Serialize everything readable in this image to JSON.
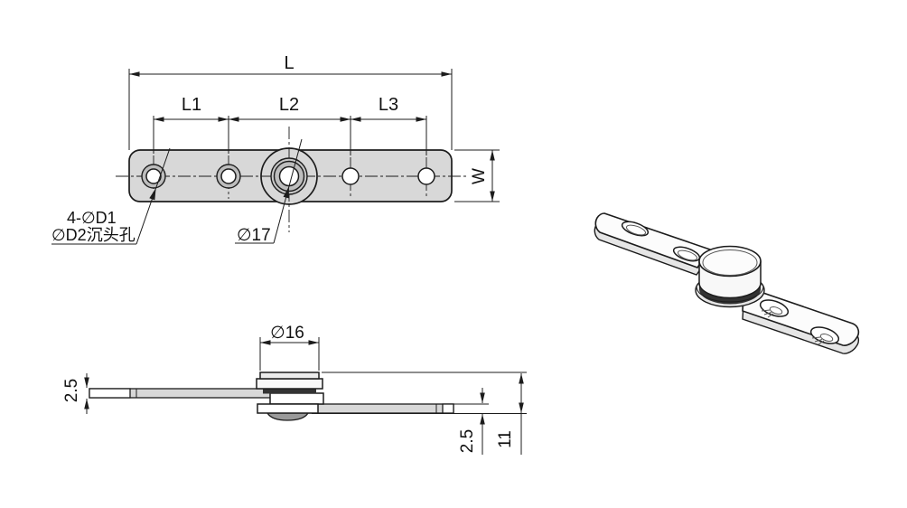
{
  "meta": {
    "type": "engineering-drawing",
    "part": "pivot-hinge-plate"
  },
  "colors": {
    "line": "#1c1c1c",
    "plate": "#d8d8d8",
    "ring": "#bdbdbd",
    "ringCenter": "#c6c6c6",
    "isoFace": "#fcfcfc",
    "isoSide": "#e6e6e6",
    "groove": "#333333",
    "dome": "#9a9a9a"
  },
  "top_view": {
    "dim_length": "L",
    "dim_l1": "L1",
    "dim_l2": "L2",
    "dim_l3": "L3",
    "dim_width": "W",
    "leader_hole_count": "4-∅D1",
    "leader_countersink": "∅D2沉头孔",
    "leader_pivot_diameter": "∅17"
  },
  "side_view": {
    "dim_cap_diameter": "∅16",
    "dim_left_thickness": "2.5",
    "dim_right_thickness": "2.5",
    "dim_total_height": "11"
  }
}
